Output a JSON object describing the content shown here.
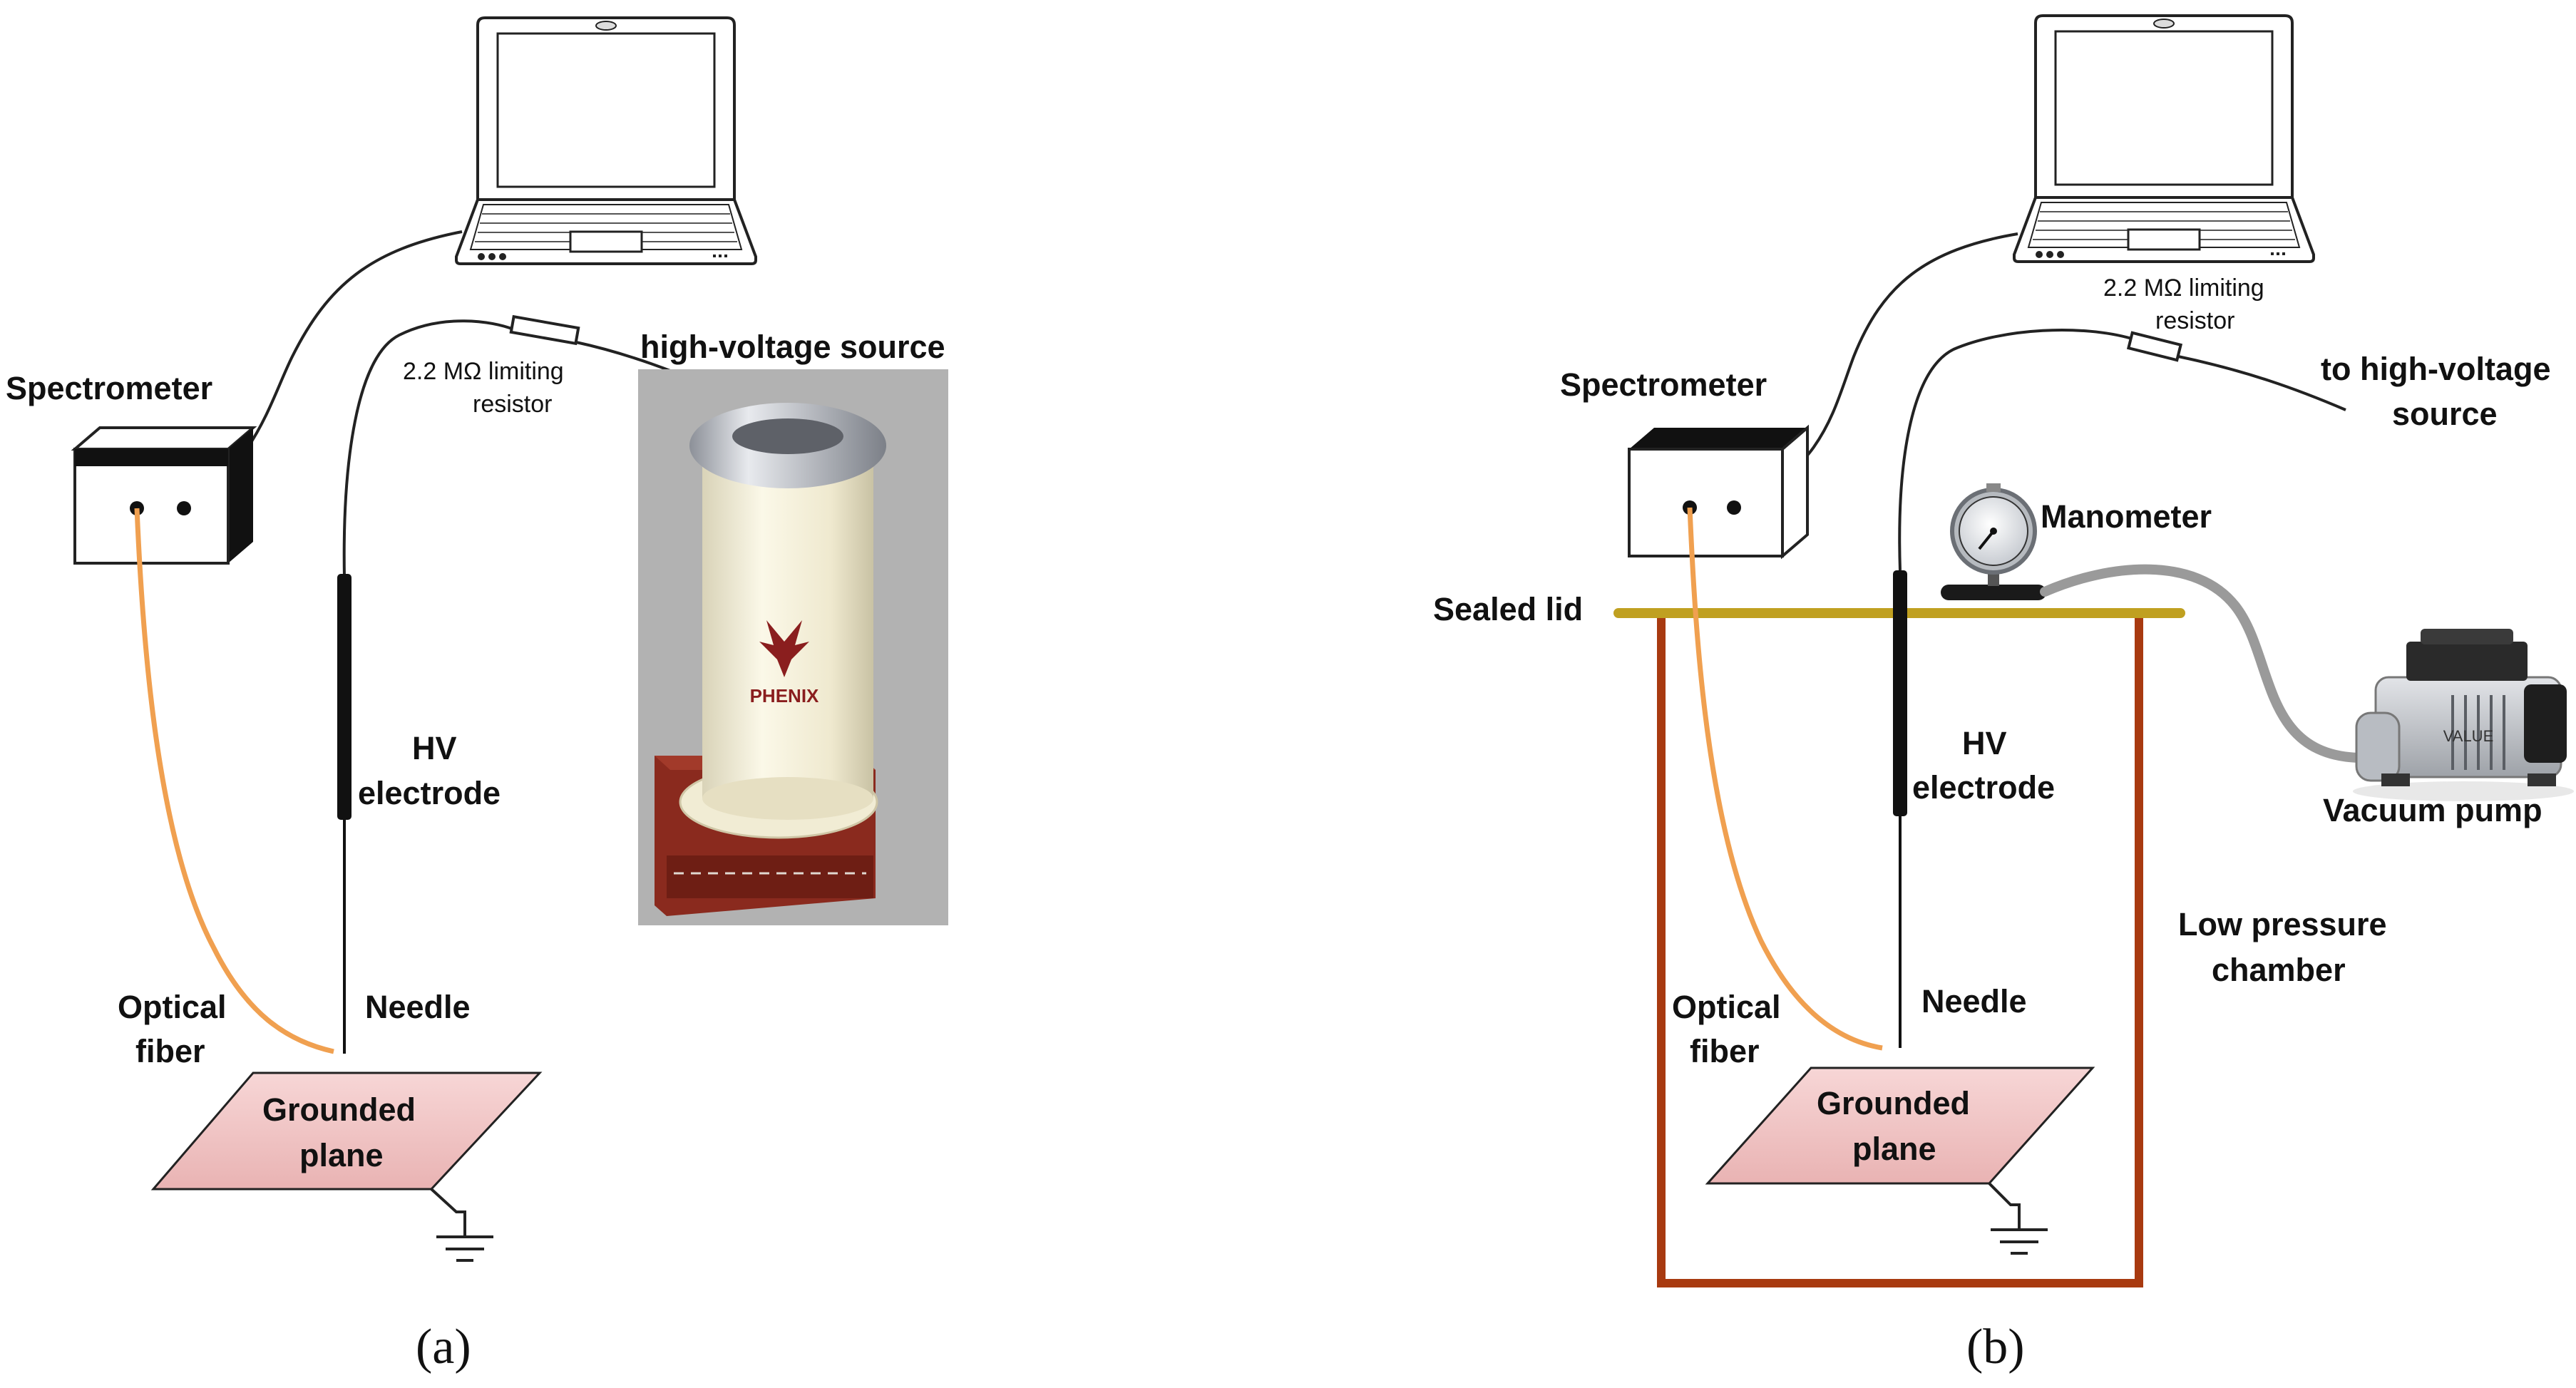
{
  "panel_a": {
    "spectrometer": "Spectrometer",
    "resistor_line1": "2.2 MΩ limiting",
    "resistor_line2": "resistor",
    "hv_source": "high-voltage source",
    "hv_electrode_line1": "HV",
    "hv_electrode_line2": "electrode",
    "needle": "Needle",
    "optical_fiber_line1": "Optical",
    "optical_fiber_line2": "fiber",
    "grounded_plane_line1": "Grounded",
    "grounded_plane_line2": "plane",
    "source_logo": "PHENIX",
    "caption": "(a)"
  },
  "panel_b": {
    "spectrometer": "Spectrometer",
    "resistor_line1": "2.2 MΩ limiting",
    "resistor_line2": "resistor",
    "to_hv_line1": "to high-voltage",
    "to_hv_line2": "source",
    "manometer": "Manometer",
    "sealed_lid": "Sealed lid",
    "hv_electrode_line1": "HV",
    "hv_electrode_line2": "electrode",
    "vacuum_pump": "Vacuum pump",
    "pump_brand": "VALUE",
    "chamber_line1": "Low pressure",
    "chamber_line2": "chamber",
    "needle": "Needle",
    "optical_fiber_line1": "Optical",
    "optical_fiber_line2": "fiber",
    "grounded_plane_line1": "Grounded",
    "grounded_plane_line2": "plane",
    "caption": "(b)"
  },
  "colors": {
    "fiber": "#f0a050",
    "lid": "#c0a020",
    "chamber": "#a83a10",
    "plane_fill": "#f0c4c4",
    "source_body": "#f4f0d8",
    "source_base": "#8a2a1e",
    "hose": "#9a9a9a"
  },
  "icons": {
    "laptop": "laptop-icon",
    "ground": "ground-symbol-icon",
    "resistor": "resistor-icon",
    "manometer": "pressure-gauge-icon",
    "pump": "vacuum-pump-icon"
  }
}
